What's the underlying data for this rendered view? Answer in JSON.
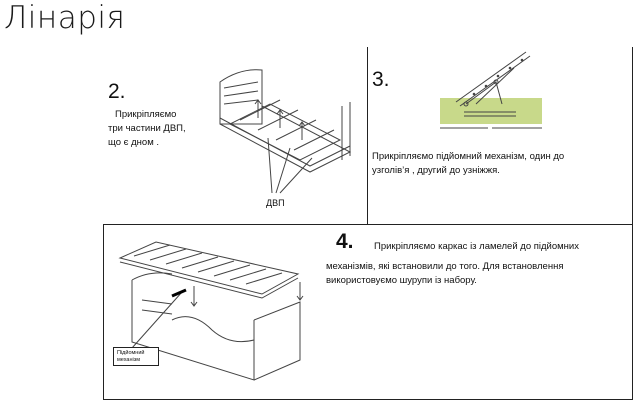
{
  "page_title": "Лінарія",
  "steps": [
    {
      "number": "2.",
      "text_lines": [
        "Прикріпляємо",
        "три частини ДВП,",
        "що є дном ."
      ],
      "image_label": "ДВП"
    },
    {
      "number": "3.",
      "text_lines": [
        "Прикріпляємо підйомний механізм, один до",
        "узголів’я , другий до узніжжя."
      ]
    },
    {
      "number": "4.",
      "text_lines": [
        "Прикріпляємо каркас із ламелей до підйомних",
        "механізмів, які встановили до того. Для встановлення",
        "використовуємо шурупи із набору."
      ],
      "callout_lines": [
        "Підйомний",
        "механізм"
      ]
    }
  ],
  "colors": {
    "mechanism_base": "#c8d98a",
    "drawing_lines": "#444444"
  }
}
